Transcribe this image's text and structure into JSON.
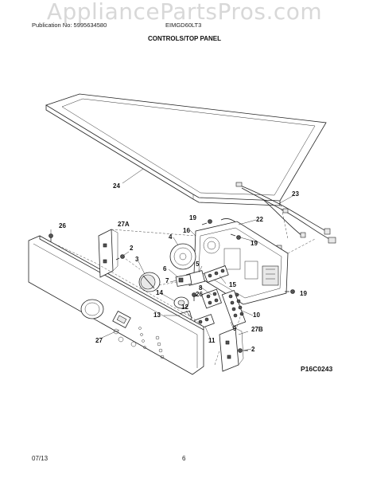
{
  "watermark": "AppliancePartsPros.com",
  "header": {
    "publication": "Publication No: 5995634580",
    "model": "EIMGD60LT3",
    "section_title": "CONTROLS/TOP PANEL"
  },
  "diagram": {
    "figure_id": "P16C0243",
    "callouts": [
      "24",
      "23",
      "22",
      "19",
      "16",
      "4",
      "5",
      "19",
      "26",
      "27A",
      "2",
      "3",
      "6",
      "7",
      "15",
      "10",
      "19",
      "14",
      "8",
      "26",
      "12",
      "13",
      "9",
      "27",
      "11",
      "27B",
      "2"
    ]
  },
  "footer": {
    "date": "07/13",
    "page": "6"
  }
}
